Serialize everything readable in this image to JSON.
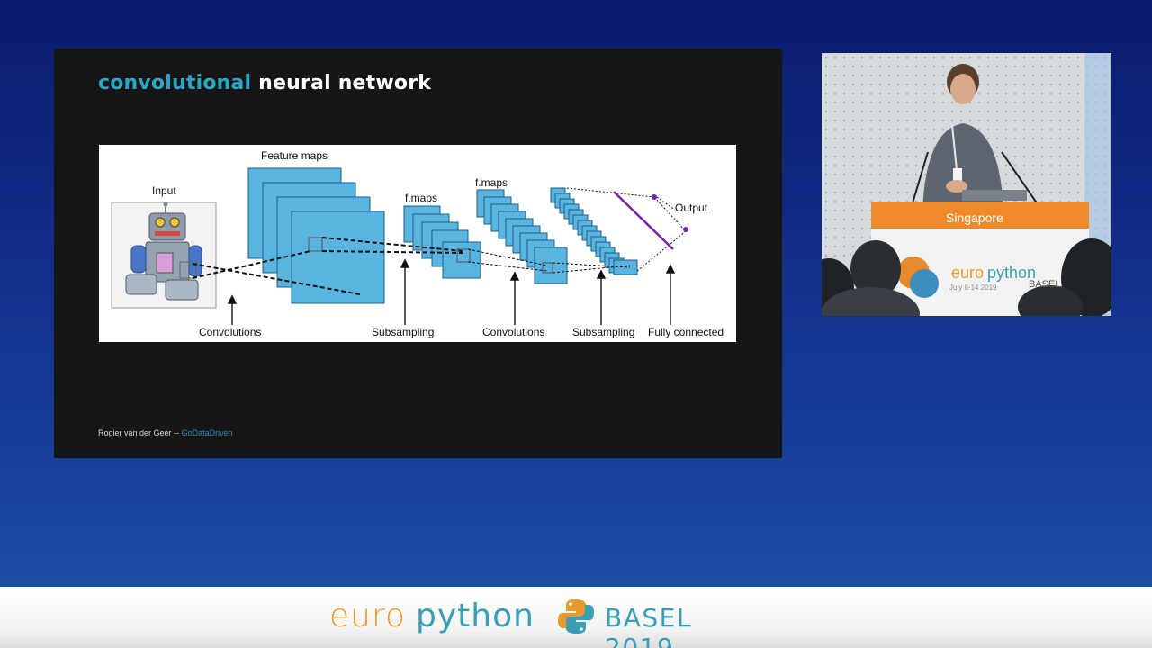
{
  "slide": {
    "title_accent": "convolutional",
    "title_rest": "neural network",
    "footer_author": "Rogier van der Geer --",
    "footer_brand": "GoDataDriven"
  },
  "figure": {
    "labels": {
      "input": "Input",
      "feature_maps": "Feature maps",
      "fmaps_1": "f.maps",
      "fmaps_2": "f.maps",
      "output": "Output",
      "convolutions_1": "Convolutions",
      "subsampling_1": "Subsampling",
      "convolutions_2": "Convolutions",
      "subsampling_2": "Subsampling",
      "fully_connected": "Fully connected"
    },
    "colors": {
      "map_fill": "#5ab4e0",
      "map_stroke": "#1d5f86",
      "output_line": "#7a1fa8"
    }
  },
  "video": {
    "podium_text": "Singapore",
    "podium_logo_euro": "euro",
    "podium_logo_python": "python",
    "podium_date": "July 8-14 2019",
    "podium_basel": "BASEL"
  },
  "banner": {
    "euro": "euro",
    "python": "python",
    "basel": "BASEL 2019",
    "logo_icon": "python-logo-icon",
    "colors": {
      "orange": "#e89a2c",
      "teal": "#3a9fb5"
    }
  }
}
